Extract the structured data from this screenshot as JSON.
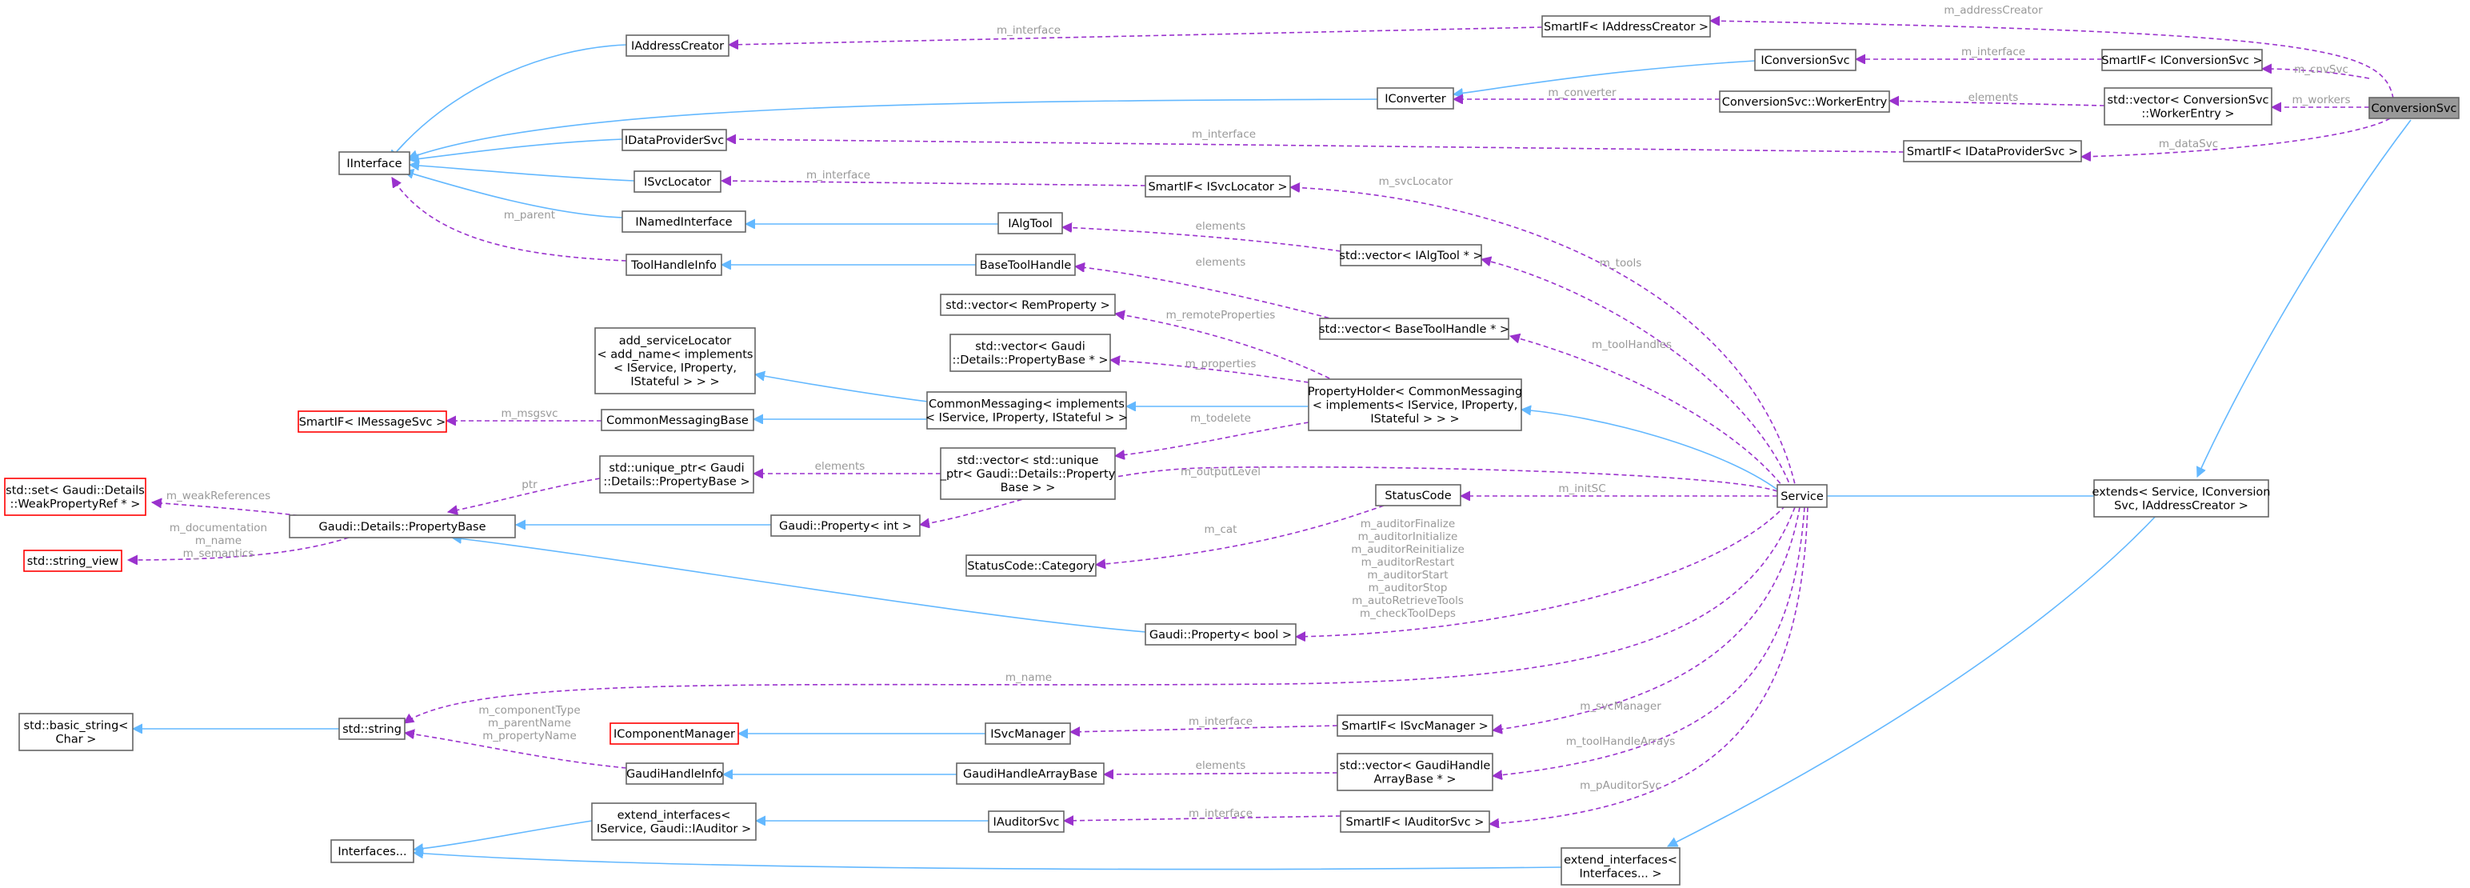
{
  "diagram": {
    "nodes": {
      "ConversionSvc": "ConversionSvc",
      "SmartIF_IAddressCreator": "SmartIF< IAddressCreator >",
      "IAddressCreator": "IAddressCreator",
      "IConversionSvc": "IConversionSvc",
      "SmartIF_IConversionSvc": "SmartIF< IConversionSvc >",
      "IConverter": "IConverter",
      "WorkerEntry": "ConversionSvc::WorkerEntry",
      "vector_WorkerEntry": [
        "std::vector< ConversionSvc",
        "::WorkerEntry >"
      ],
      "IInterface": "IInterface",
      "IDataProviderSvc": "IDataProviderSvc",
      "SmartIF_IDataProviderSvc": "SmartIF< IDataProviderSvc >",
      "ISvcLocator": "ISvcLocator",
      "SmartIF_ISvcLocator": "SmartIF< ISvcLocator >",
      "INamedInterface": "INamedInterface",
      "IAlgTool": "IAlgTool",
      "vector_IAlgTool": "std::vector< IAlgTool * >",
      "ToolHandleInfo": "ToolHandleInfo",
      "BaseToolHandle": "BaseToolHandle",
      "vector_BaseToolHandle": "std::vector< BaseToolHandle * >",
      "vector_RemProperty": "std::vector< RemProperty >",
      "vector_PropertyBase": [
        "std::vector< Gaudi",
        "::Details::PropertyBase * >"
      ],
      "add_serviceLocator": [
        "add_serviceLocator",
        "< add_name< implements",
        "< IService, IProperty,",
        "IStateful > > >"
      ],
      "PropertyHolder": [
        "PropertyHolder< CommonMessaging",
        "< implements< IService, IProperty,",
        "IStateful > > >"
      ],
      "CommonMessaging": [
        "CommonMessaging< implements",
        "< IService, IProperty, IStateful > >"
      ],
      "SmartIF_IMessageSvc": "SmartIF< IMessageSvc >",
      "CommonMessagingBase": "CommonMessagingBase",
      "set_WeakPropertyRef": [
        "std::set< Gaudi::Details",
        "::WeakPropertyRef * >"
      ],
      "unique_ptr_PropertyBase": [
        "std::unique_ptr< Gaudi",
        "::Details::PropertyBase >"
      ],
      "vector_unique_ptr": [
        "std::vector< std::unique",
        "_ptr< Gaudi::Details::Property",
        "Base > >"
      ],
      "StatusCode": "StatusCode",
      "Service": "Service",
      "extends": [
        "extends< Service, IConversion",
        "Svc, IAddressCreator >"
      ],
      "string_view": "std::string_view",
      "PropertyBase": "Gaudi::Details::PropertyBase",
      "Property_int": "Gaudi::Property< int >",
      "StatusCode_Category": "StatusCode::Category",
      "Property_bool": "Gaudi::Property< bool >",
      "basic_string": [
        "std::basic_string<",
        "Char >"
      ],
      "std_string": "std::string",
      "IComponentManager": "IComponentManager",
      "ISvcManager": "ISvcManager",
      "SmartIF_ISvcManager": "SmartIF< ISvcManager >",
      "GaudiHandleInfo": "GaudiHandleInfo",
      "GaudiHandleArrayBase": "GaudiHandleArrayBase",
      "vector_GaudiHandleArrayBase": [
        "std::vector< GaudiHandle",
        "ArrayBase * >"
      ],
      "extend_interfaces_IAuditor": [
        "extend_interfaces<",
        "IService, Gaudi::IAuditor >"
      ],
      "IAuditorSvc": "IAuditorSvc",
      "SmartIF_IAuditorSvc": "SmartIF< IAuditorSvc >",
      "Interfaces": "Interfaces...",
      "extend_interfaces": [
        "extend_interfaces<",
        "Interfaces... >"
      ]
    },
    "edge_labels": {
      "m_addressCreator": "m_addressCreator",
      "m_interface_1": "m_interface",
      "m_interface_2": "m_interface",
      "m_cnvSvc": "m_cnvSvc",
      "m_converter": "m_converter",
      "elements_1": "elements",
      "m_workers": "m_workers",
      "m_interface_3": "m_interface",
      "m_dataSvc": "m_dataSvc",
      "m_interface_4": "m_interface",
      "m_svcLocator": "m_svcLocator",
      "m_parent": "m_parent",
      "elements_2": "elements",
      "m_tools": "m_tools",
      "elements_3": "elements",
      "m_toolHandles": "m_toolHandles",
      "m_remoteProperties": "m_remoteProperties",
      "m_properties": "m_properties",
      "m_msgsvc": "m_msgsvc",
      "m_todelete": "m_todelete",
      "m_weakReferences": "m_weakReferences",
      "ptr": "ptr",
      "elements_4": "elements",
      "m_outputLevel": "m_outputLevel",
      "m_documentation": "m_documentation",
      "m_name_1": "m_name",
      "m_semantics": "m_semantics",
      "m_initSC": "m_initSC",
      "m_cat": "m_cat",
      "bool_props": [
        "m_auditorFinalize",
        "m_auditorInitialize",
        "m_auditorReinitialize",
        "m_auditorRestart",
        "m_auditorStart",
        "m_auditorStop",
        "m_autoRetrieveTools",
        "m_checkToolDeps"
      ],
      "m_name_2": "m_name",
      "m_componentType": "m_componentType",
      "m_parentName": "m_parentName",
      "m_propertyName": "m_propertyName",
      "m_interface_5": "m_interface",
      "m_svcManager": "m_svcManager",
      "elements_5": "elements",
      "m_toolHandleArrays": "m_toolHandleArrays",
      "m_interface_6": "m_interface",
      "m_pAuditorSvc": "m_pAuditorSvc"
    },
    "colors": {
      "inheritance": "#63b8ff",
      "usage": "#9a32cd",
      "highlight_fill": "#999999",
      "error_border": "#ff0000"
    }
  }
}
